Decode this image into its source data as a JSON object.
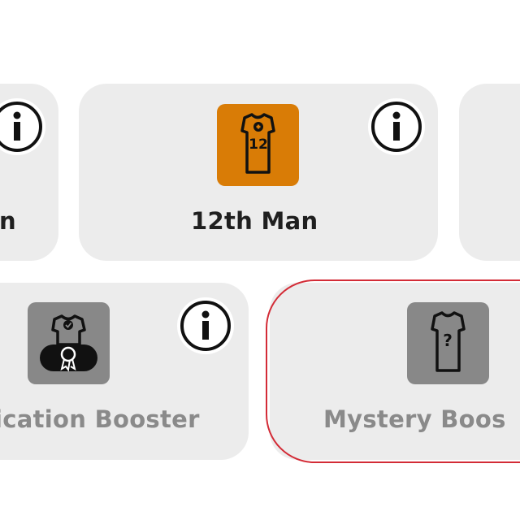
{
  "cards": {
    "row1_left": {
      "label_partial": "n"
    },
    "row1_center": {
      "label": "12th Man",
      "tile_color": "#d97c06",
      "icon": "shirt-plus-12-icon",
      "jersey_number": "12"
    },
    "row1_right": {},
    "row2_left": {
      "label_partial": "ication Booster",
      "tile_color": "#888888",
      "icon": "shirt-certificate-icon"
    },
    "row2_right": {
      "label_partial": "Mystery Boos",
      "tile_color": "#888888",
      "icon": "shirt-question-icon",
      "glyph": "?",
      "selected": true
    }
  },
  "colors": {
    "card_bg": "#ececec",
    "selection_outline": "#d32b36",
    "label_dark": "#1f1f1f",
    "label_muted": "#8a8a8a"
  }
}
